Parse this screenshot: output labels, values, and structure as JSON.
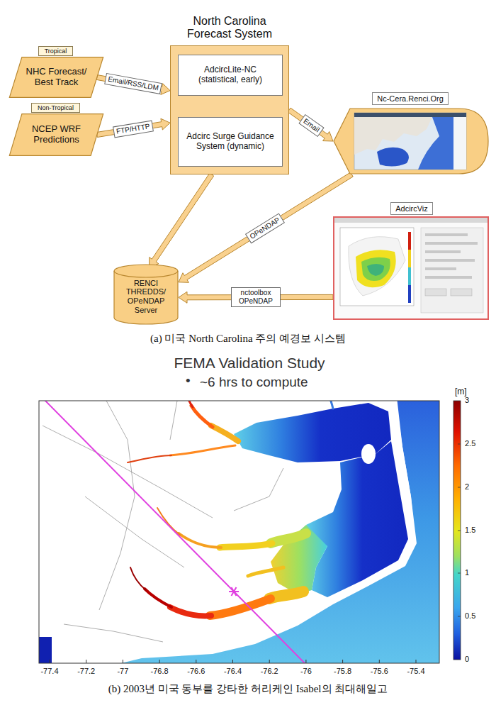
{
  "diagram": {
    "nodes": [
      {
        "text": [
          "Tropical",
          "NHC Forecast/ Best Track"
        ]
      },
      {
        "text": [
          "Non-Tropical",
          "NCEP WRF Predictions"
        ]
      },
      {
        "text": [
          "North Carolina Forecast System"
        ]
      },
      {
        "text": [
          "AdcircLite-NC (statistical, early)"
        ],
        "in": 2
      },
      {
        "text": [
          "Adcirc Surge Guidance System (dynamic)"
        ],
        "in": 2
      },
      {
        "text": [
          "Nc-Cera.Renci.Org"
        ]
      },
      {
        "text": [
          "RENCI THREDDS/ OPeNDAP Server"
        ]
      },
      {
        "text": [
          "AdcircViz"
        ]
      }
    ],
    "edges": [
      {
        "from": 0,
        "to": 2,
        "arrow": "to",
        "label": "Email/RSS/LDM"
      },
      {
        "from": 1,
        "to": 2,
        "arrow": "to",
        "label": "FTP/HTTP"
      },
      {
        "from": 2,
        "to": 5,
        "arrow": "to",
        "label": "Email"
      },
      {
        "from": 2,
        "to": 6,
        "arrow": "to"
      },
      {
        "from": 5,
        "to": 6,
        "arrow": "to",
        "label": "OPeNDAP"
      },
      {
        "from": 7,
        "to": 6,
        "arrow": "to",
        "label": "nctoolbox OPeNDAP"
      }
    ],
    "labels": [
      "(a) 미국 North Carolina 주의 예경보 시스템",
      "FEMA Validation Study",
      "•",
      "~6 hrs to compute",
      "[m]",
      "3",
      "2.5",
      "2",
      "1.5",
      "1",
      "0.5",
      "0",
      "-77.4",
      "-77.2",
      "-77",
      "-76.8",
      "-76.6",
      "-76.4",
      "-76.2",
      "-76",
      "-75.8",
      "-75.6",
      "-75.4",
      "(b) 2003년 미국 동부를 강타한 허리케인 Isabel의 최대해일고"
    ]
  }
}
